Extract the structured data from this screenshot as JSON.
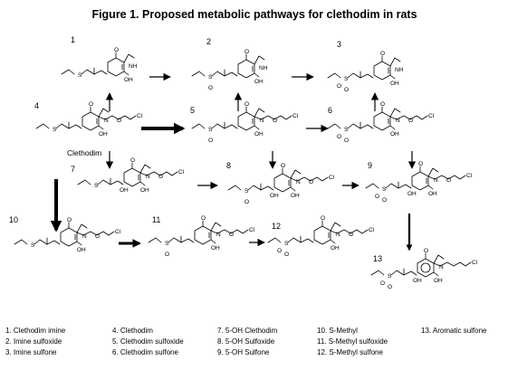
{
  "title": "Figure 1.  Proposed metabolic pathways for clethodim in rats",
  "structures": [
    {
      "id": "1",
      "atoms": [
        "S",
        "O",
        "NH",
        "OH"
      ]
    },
    {
      "id": "2",
      "atoms": [
        "S",
        "O",
        "O",
        "NH",
        "OH"
      ]
    },
    {
      "id": "3",
      "atoms": [
        "S",
        "O",
        "O",
        "O",
        "NH",
        "OH"
      ]
    },
    {
      "id": "4",
      "name": "Clethodim",
      "atoms": [
        "S",
        "O",
        "N",
        "O",
        "Cl",
        "OH"
      ]
    },
    {
      "id": "5",
      "atoms": [
        "S",
        "O",
        "O",
        "N",
        "O",
        "Cl",
        "OH"
      ]
    },
    {
      "id": "6",
      "atoms": [
        "S",
        "O",
        "O",
        "O",
        "N",
        "O",
        "Cl",
        "OH"
      ]
    },
    {
      "id": "7",
      "atoms": [
        "S",
        "O",
        "N",
        "O",
        "Cl",
        "OH",
        "OH"
      ]
    },
    {
      "id": "8",
      "atoms": [
        "S",
        "O",
        "O",
        "N",
        "O",
        "Cl",
        "OH",
        "OH"
      ]
    },
    {
      "id": "9",
      "atoms": [
        "S",
        "O",
        "O",
        "O",
        "N",
        "O",
        "Cl",
        "OH",
        "OH"
      ]
    },
    {
      "id": "10",
      "atoms": [
        "S",
        "O",
        "N",
        "O",
        "Cl",
        "OH"
      ]
    },
    {
      "id": "11",
      "atoms": [
        "S",
        "O",
        "O",
        "N",
        "O",
        "Cl",
        "OH"
      ]
    },
    {
      "id": "12",
      "atoms": [
        "S",
        "O",
        "O",
        "O",
        "N",
        "O",
        "Cl",
        "OH"
      ]
    },
    {
      "id": "13",
      "atoms": [
        "S",
        "O",
        "O",
        "OH",
        "OH",
        "N",
        "O",
        "Cl"
      ]
    }
  ],
  "legend": [
    [
      "1.  Clethodim imine",
      "2.  Imine sulfoxide",
      "3.  Imine sulfone"
    ],
    [
      "4.  Clethodim",
      "5.  Clethodim sulfoxide",
      "6.  Clethodim sulfone"
    ],
    [
      "7.  5-OH Clethodim",
      "8.  5-OH Sulfoxide",
      "9.  5-OH Sulfone"
    ],
    [
      "10.  S-Methyl",
      "11.   S-Methyl sulfoxide",
      "12.   S-Methyl sulfone"
    ],
    [
      "13. Aromatic sulfone"
    ]
  ]
}
